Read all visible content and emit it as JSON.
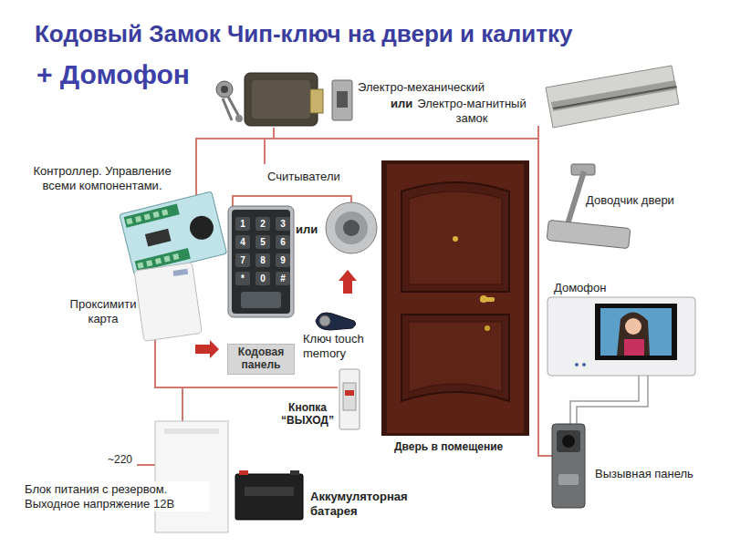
{
  "diagram": {
    "title": "Кодовый Замок Чип-ключ на двери и калитку",
    "nodes": [
      {
        "text": [
          "Кодовая панель"
        ]
      }
    ],
    "labels": [
      "+ Домофон",
      "Электро-механический",
      "или",
      "Электро-магнитный замок",
      "Контроллер. Управление всеми компонентами.",
      "Считыватели",
      "Доводчик двери",
      "или",
      "Домофон",
      "Проксимити карта",
      "Ключ touch memory",
      "Кнопка “ВЫХОД”",
      "Дверь в помещение",
      "~220",
      "Блок питания с резервом. Выходное напряжение 12В",
      "Аккумуляторная батарея",
      "Вызывная панель",
      "1",
      "2",
      "3",
      "4",
      "5",
      "6",
      "7",
      "8",
      "9",
      "*",
      "0",
      "#"
    ]
  }
}
